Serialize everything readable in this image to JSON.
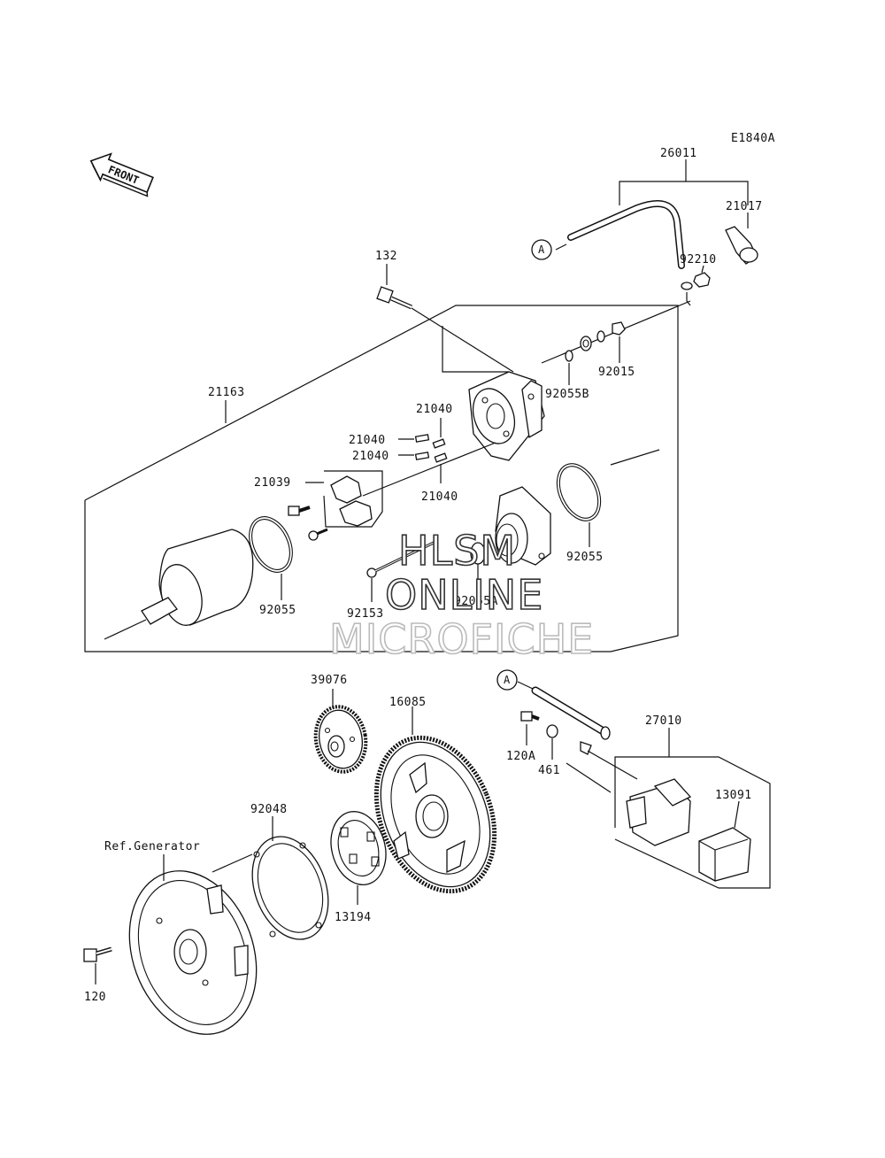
{
  "diagram_code": "E1840A",
  "front_label": "FRONT",
  "ref_marker": "A",
  "parts": [
    {
      "id": "p26011",
      "label": "26011"
    },
    {
      "id": "p21017",
      "label": "21017"
    },
    {
      "id": "p92210",
      "label": "92210"
    },
    {
      "id": "p132",
      "label": "132"
    },
    {
      "id": "p92015",
      "label": "92015"
    },
    {
      "id": "p92055B",
      "label": "92055B"
    },
    {
      "id": "p21163",
      "label": "21163"
    },
    {
      "id": "p21040a",
      "label": "21040"
    },
    {
      "id": "p21040b",
      "label": "21040"
    },
    {
      "id": "p21040c",
      "label": "21040"
    },
    {
      "id": "p21040d",
      "label": "21040"
    },
    {
      "id": "p21039",
      "label": "21039"
    },
    {
      "id": "p92055a",
      "label": "92055"
    },
    {
      "id": "p92055b",
      "label": "92055"
    },
    {
      "id": "p92153",
      "label": "92153"
    },
    {
      "id": "p92055A",
      "label": "92055A"
    },
    {
      "id": "p39076",
      "label": "39076"
    },
    {
      "id": "p16085",
      "label": "16085"
    },
    {
      "id": "p27010",
      "label": "27010"
    },
    {
      "id": "p120A",
      "label": "120A"
    },
    {
      "id": "p461",
      "label": "461"
    },
    {
      "id": "p13091",
      "label": "13091"
    },
    {
      "id": "p92048",
      "label": "92048"
    },
    {
      "id": "pRefGen",
      "label": "Ref.Generator"
    },
    {
      "id": "p13194",
      "label": "13194"
    },
    {
      "id": "p120",
      "label": "120"
    }
  ],
  "watermark": {
    "line1": "HLSM",
    "line2": "ONLINE",
    "line3": "MICROFICHE"
  }
}
